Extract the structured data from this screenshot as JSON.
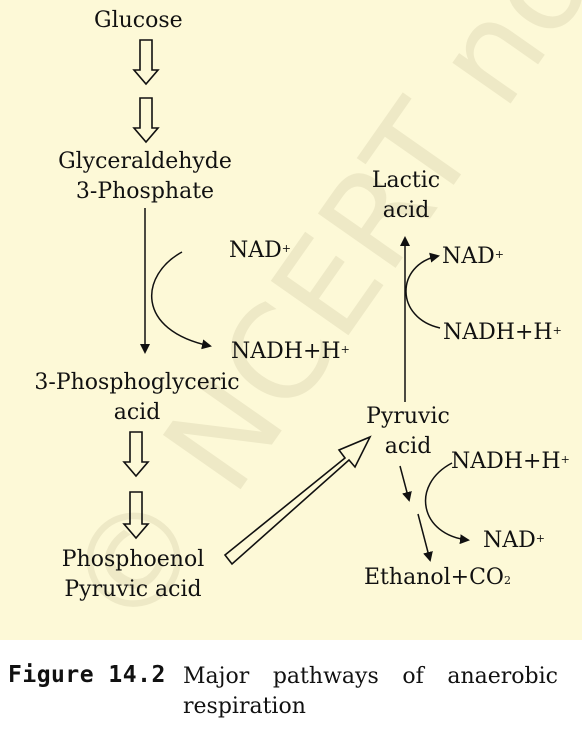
{
  "labels": {
    "glucose": "Glucose",
    "g3p_line1": "Glyceraldehyde",
    "g3p_line2": "3-Phosphate",
    "nad_plus_1": "NAD",
    "nadh_1": "NADH+H",
    "pga_line1": "3-Phosphoglyceric",
    "pga_line2": "acid",
    "pep_line1": "Phosphoenol",
    "pep_line2": "Pyruvic acid",
    "lactic_line1": "Lactic",
    "lactic_line2": "acid",
    "nad_plus_2": "NAD",
    "nadh_2": "NADH+H",
    "pyruvic_line1": "Pyruvic",
    "pyruvic_line2": "acid",
    "nadh_3": "NADH+H",
    "nad_plus_3": "NAD",
    "ethanol": "Ethanol+CO",
    "sup_plus": "+",
    "sub_two": "2"
  },
  "watermark": "© NCERT not to be republished",
  "caption": {
    "label": "Figure 14.2",
    "text": "Major pathways of anaerobic respiration"
  },
  "colors": {
    "background": "#fdf9d7",
    "watermark": "#e4e0c0",
    "ink": "#111111"
  }
}
